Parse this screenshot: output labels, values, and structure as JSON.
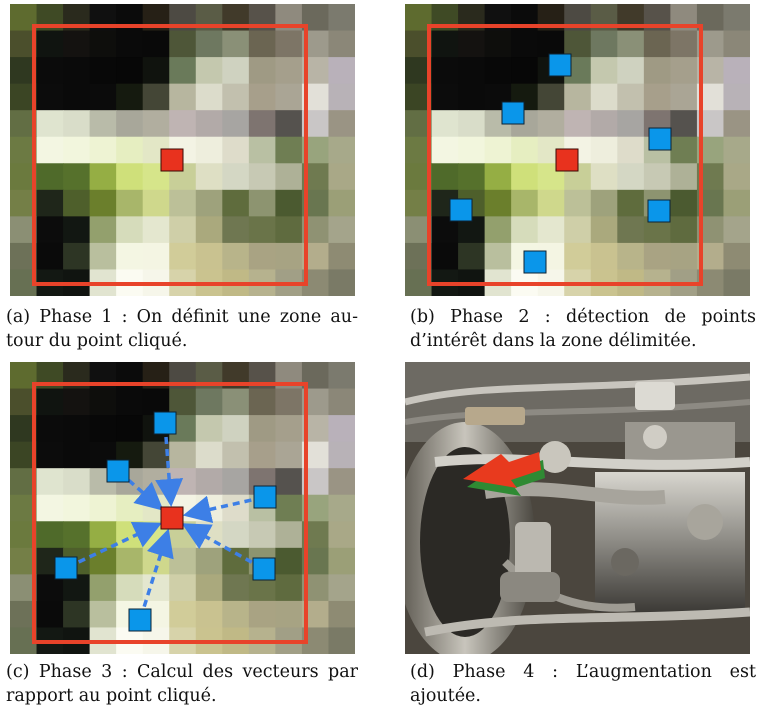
{
  "figure": {
    "panels": [
      {
        "id": "a",
        "caption_lines": [
          "(a) Phase 1 : On définit une zone au-",
          "tour du point cliqué."
        ],
        "show_points": false,
        "show_vectors": false
      },
      {
        "id": "b",
        "caption_lines": [
          "(b) Phase 2 : détection de points",
          "d’intérêt dans la zone délimitée."
        ],
        "show_points": true,
        "show_vectors": false
      },
      {
        "id": "c",
        "caption_lines": [
          "(c) Phase 3 : Calcul des vecteurs par",
          "rapport au point cliqué."
        ],
        "show_points": true,
        "show_vectors": true
      },
      {
        "id": "d",
        "caption_lines": [
          "(d) Phase 4 : L’augmentation est",
          "ajoutée."
        ]
      }
    ],
    "colors": {
      "zone_border": "#e8432a",
      "clicked_point": "#e8321e",
      "interest_point": "#0a96ea",
      "vector": "#3d7fe6",
      "arrow_red": "#e83a1e",
      "arrow_green": "#38a83a"
    }
  }
}
